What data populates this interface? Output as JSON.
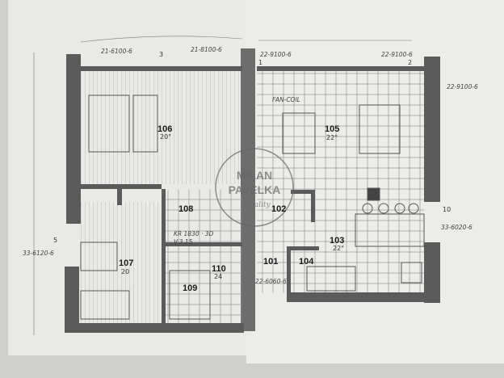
{
  "drawing": {
    "window_codes": {
      "top_left_a": "21-6100-6",
      "top_left_num": "3",
      "top_left_b": "21-8100-6",
      "top_right_a": "22-9100-6",
      "top_right_num_left": "1",
      "top_right_b": "22-9100-6",
      "top_right_num": "2",
      "right_edge_top": "22-9100-6",
      "left_num": "5",
      "left_code": "33-6120-6",
      "right_num": "10",
      "right_code": "33-6020-6",
      "inner_code": "22-6060-6"
    },
    "annotations": {
      "fan_coil": "FAN-COIL",
      "kr_line1": "KR 1830 · 3D",
      "kr_line2": "V.3 15"
    },
    "rooms": [
      {
        "id": "106",
        "temp": "20°"
      },
      {
        "id": "105",
        "temp": "22°"
      },
      {
        "id": "108",
        "temp": ""
      },
      {
        "id": "102",
        "temp": ""
      },
      {
        "id": "103",
        "temp": "22°"
      },
      {
        "id": "101",
        "temp": ""
      },
      {
        "id": "104",
        "temp": ""
      },
      {
        "id": "110",
        "temp": "24"
      },
      {
        "id": "109",
        "temp": ""
      },
      {
        "id": "107",
        "temp": "20"
      }
    ],
    "watermark": {
      "line1": "MILAN",
      "line2": "PAVELKA",
      "line3": "reality"
    }
  }
}
